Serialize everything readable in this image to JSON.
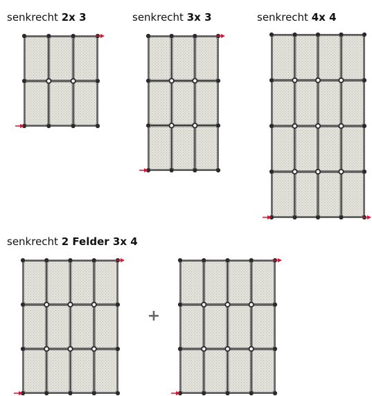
{
  "captions": {
    "c1": {
      "prefix": "senkrecht",
      "bold": "2x 3"
    },
    "c2": {
      "prefix": "senkrecht",
      "bold": "3x 3"
    },
    "c3": {
      "prefix": "senkrecht",
      "bold": "4x 4"
    },
    "c4": {
      "prefix": "senkrecht",
      "bold": "2 Felder 3x 4"
    }
  },
  "grids": [
    {
      "name": "grid-2x3",
      "cols": 3,
      "rows": 2
    },
    {
      "name": "grid-3x3",
      "cols": 3,
      "rows": 3
    },
    {
      "name": "grid-4x4",
      "cols": 4,
      "rows": 4
    },
    {
      "name": "grid-3x4-field-1",
      "cols": 4,
      "rows": 3
    },
    {
      "name": "grid-3x4-field-2",
      "cols": 4,
      "rows": 3
    }
  ],
  "plus_symbol": "+",
  "colors": {
    "panel": "#e4e4dc",
    "frame": "#2a2a2a",
    "arrow": "#e01030"
  }
}
